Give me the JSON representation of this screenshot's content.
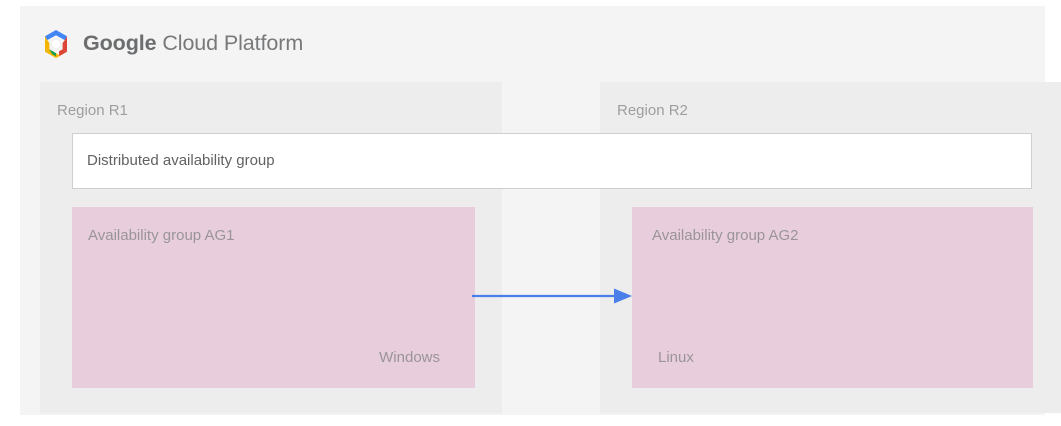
{
  "brand": {
    "logo_icon": "google-cloud-platform-logo-icon",
    "name_strong": "Google",
    "name_light": "Cloud Platform",
    "logo_colors": {
      "blue": "#4285F4",
      "red": "#DB4437",
      "yellow": "#F4B400",
      "green": "#0F9D58",
      "center": "#FFFFFF"
    }
  },
  "canvas": {
    "background": "#f4f4f4"
  },
  "regions": [
    {
      "id": "r1",
      "label": "Region R1",
      "background": "#ededed"
    },
    {
      "id": "r2",
      "label": "Region R2",
      "background": "#ededed"
    }
  ],
  "distributed_group": {
    "label": "Distributed availability group",
    "background": "#ffffff",
    "border_color": "#cfcfcf"
  },
  "availability_groups": [
    {
      "id": "ag1",
      "title": "Availability group AG1",
      "os": "Windows",
      "background": "#e8cedd"
    },
    {
      "id": "ag2",
      "title": "Availability group AG2",
      "os": "Linux",
      "background": "#e8cedd"
    }
  ],
  "replication_arrow": {
    "icon": "arrow-right-icon",
    "color": "#4a7ee8",
    "direction": "ag1-to-ag2"
  }
}
